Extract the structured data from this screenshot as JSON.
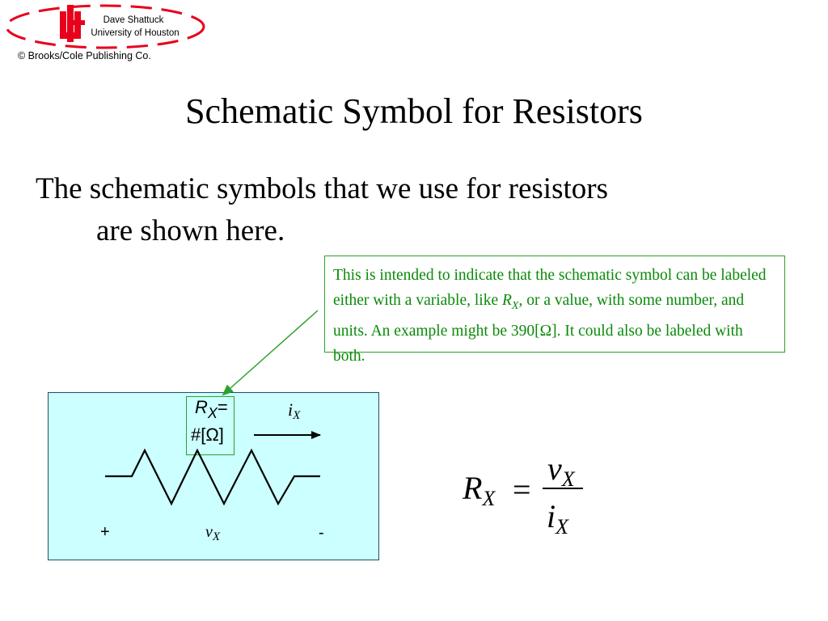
{
  "header": {
    "author": "Dave Shattuck",
    "affiliation": "University of Houston",
    "publisher": "© Brooks/Cole Publishing Co.",
    "logo_color": "#e8001c"
  },
  "slide": {
    "title": "Schematic Symbol for Resistors",
    "body_line1": "The schematic symbols that we use for resistors",
    "body_line2": "are shown here."
  },
  "callout": {
    "text_part1": "This is intended to indicate that the schematic symbol can be labeled either with a variable, like ",
    "var_symbol": "R",
    "var_subscript": "X",
    "text_part2": ", or a value, with some number, and units.  An example might be 390[Ω].  It could also be labeled with both.",
    "color": "#0a8a0a"
  },
  "circuit": {
    "resistor_symbol": "R",
    "resistor_subscript": "X",
    "resistor_equals": "=",
    "resistor_value": "#[Ω]",
    "current_symbol": "i",
    "current_subscript": "X",
    "voltage_symbol": "v",
    "voltage_subscript": "X",
    "plus": "+",
    "minus": "-",
    "panel_color": "#ccffff"
  },
  "equation": {
    "lhs_symbol": "R",
    "lhs_subscript": "X",
    "equals": "=",
    "num_symbol": "v",
    "num_subscript": "X",
    "den_symbol": "i",
    "den_subscript": "X"
  }
}
